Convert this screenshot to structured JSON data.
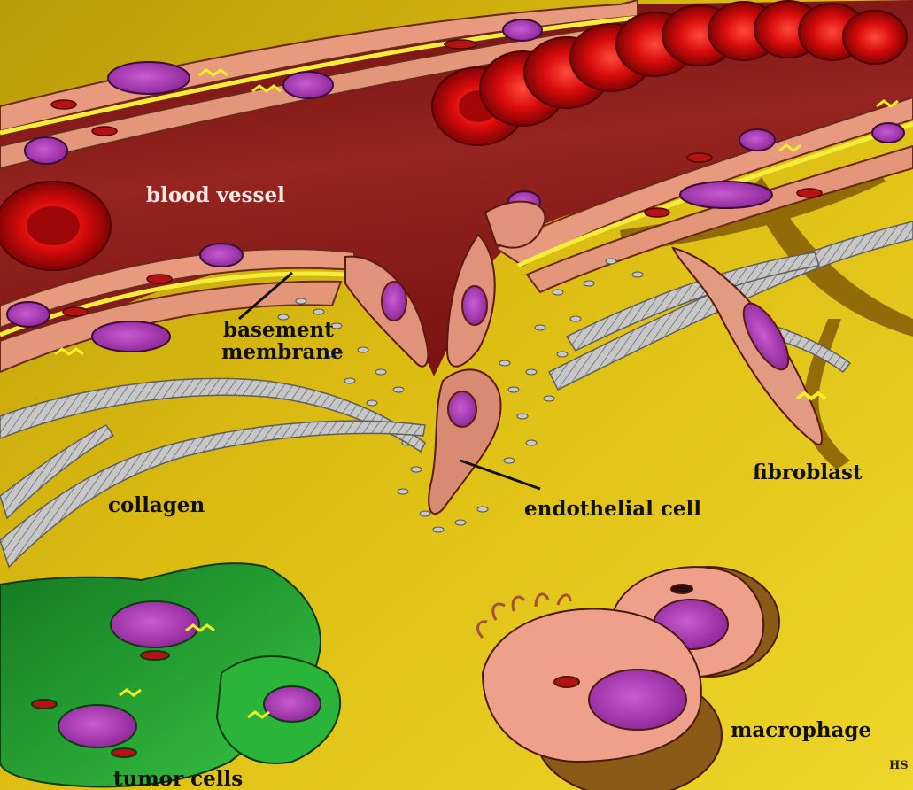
{
  "diagram": {
    "labels": {
      "blood_vessel": "blood vessel",
      "basement_membrane_line1": "basement",
      "basement_membrane_line2": "membrane",
      "collagen": "collagen",
      "endothelial_cell": "endothelial cell",
      "fibroblast": "fibroblast",
      "macrophage": "macrophage",
      "tumor_cells": "tumor cells"
    },
    "signature": "HS",
    "colors": {
      "background": "#e2c215",
      "vessel": "#8a1a16",
      "vessel_wall": "#e8a080",
      "nucleus": "#b23fb9",
      "basement_membrane": "#f3ee3c",
      "collagen": "#b9b9b9",
      "tumor": "#22a332",
      "macrophage": "#efa08a",
      "red_cell": "#e31010"
    }
  }
}
